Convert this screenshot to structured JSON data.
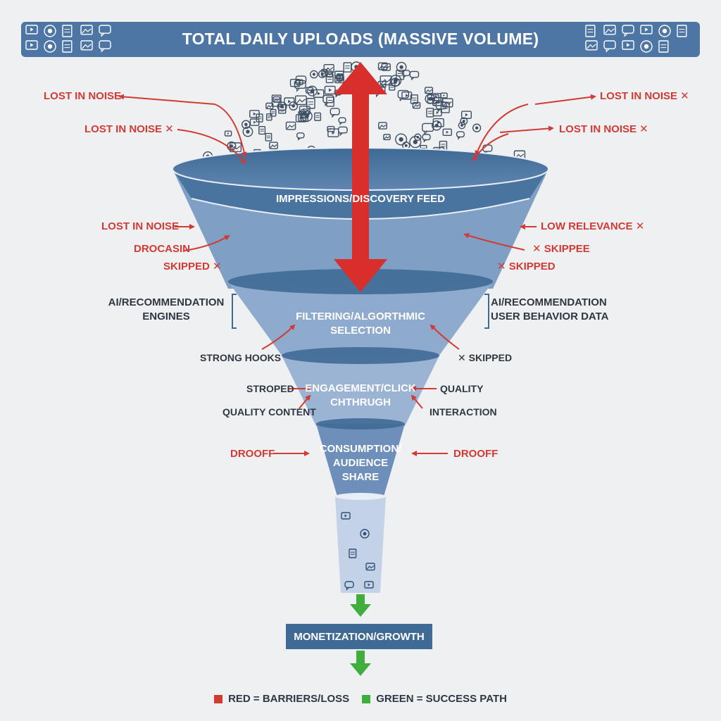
{
  "title": "TOTAL DAILY UPLOADS (MASSIVE VOLUME)",
  "colors": {
    "banner": "#4d76a4",
    "funnel_top": "#4a74a0",
    "funnel_mid": "#7f9fc4",
    "funnel_low": "#a9bedb",
    "barrier_red": "#d23a34",
    "success_green": "#3fae3c"
  },
  "stages": {
    "impressions": "IMPRESSIONS/DISCOVERY FEED",
    "filtering_1": "FILTERING/ALGORTHMIC",
    "filtering_2": "SELECTION",
    "engagement_1": "ENGAGEMENT/CLICK",
    "engagement_2": "CHTHRUGH",
    "consumption_1": "CONSUMPTION/",
    "consumption_2": "AUDIENCE",
    "consumption_3": "SHARE",
    "monetization": "MONETIZATION/GROWTH"
  },
  "left_labels": {
    "lost_top": "LOST IN NOISE",
    "lost_second": "LOST IN NOISE ✕",
    "lost_third": "LOST IN NOISE",
    "drocasin": "DROCASIN",
    "skipped": "SKIPPED ✕",
    "ai_1": "AI/RECOMMENDATION",
    "ai_2": "ENGINES",
    "strong_hooks": "STRONG HOOKS",
    "stroped": "STROPED",
    "quality_content": "QUALITY CONTENT",
    "drooff": "DROOFF"
  },
  "right_labels": {
    "lost_top": "LOST IN NOISE ✕",
    "lost_second": "LOST IN NOISE ✕",
    "low_relevance": "LOW RELEVANCE ✕",
    "skippee": "✕ SKIPPEE",
    "skipped": "✕ SKIPPED",
    "ai_1": "AI/RECOMMENDATION",
    "ai_2": "USER BEHAVIOR DATA",
    "skipped_2": "✕ SKIPPED",
    "quality": "QUALITY",
    "interaction": "INTERACTION",
    "drooff": "DROOFF"
  },
  "legend": {
    "red": "RED = BARRIERS/LOSS",
    "green": "GREEN = SUCCESS PATH"
  },
  "banner_icons_left": [
    "video-icon",
    "gear-icon",
    "media-icon",
    "chat-icon",
    "photo-icon",
    "video-icon",
    "location-icon",
    "link-icon",
    "play-icon",
    "mail-icon"
  ],
  "banner_icons_right": [
    "camera-icon",
    "document-icon",
    "location-icon",
    "profile-icon",
    "list-icon",
    "music-icon",
    "person-icon",
    "share-icon",
    "video-icon",
    "play-icon",
    "chart-icon"
  ]
}
